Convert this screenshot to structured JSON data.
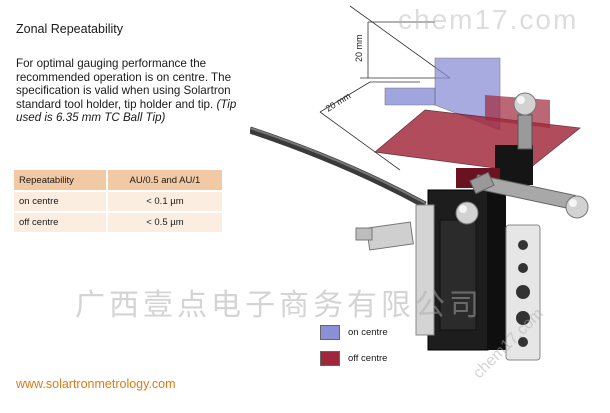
{
  "header": {
    "title": "Zonal Repeatability"
  },
  "description": {
    "text": "For optimal gauging performance the recommended operation is on centre. The specification is valid when using Solartron standard tool holder, tip holder and tip.",
    "note": "(Tip used is 6.35 mm TC Ball Tip)"
  },
  "table": {
    "headers": [
      "Repeatability",
      "AU/0.5 and AU/1"
    ],
    "rows": [
      [
        "on centre",
        "< 0.1 µm"
      ],
      [
        "off centre",
        "< 0.5 µm"
      ]
    ]
  },
  "diagram": {
    "dim_vertical": "20 mm",
    "dim_diagonal": "20 mm"
  },
  "legend": [
    {
      "label": "on centre",
      "color": "#8a8fd6"
    },
    {
      "label": "off centre",
      "color": "#a0263a"
    }
  ],
  "footer": {
    "url": "www.solartronmetrology.com"
  },
  "watermarks": {
    "top": "chem17.com",
    "middle": "广西壹点电子商务有限公司",
    "diagonal": "chem17.com"
  },
  "colors": {
    "accent": "#e07a12",
    "table_header": "#f1c9a4",
    "table_row": "#fbeee0"
  }
}
